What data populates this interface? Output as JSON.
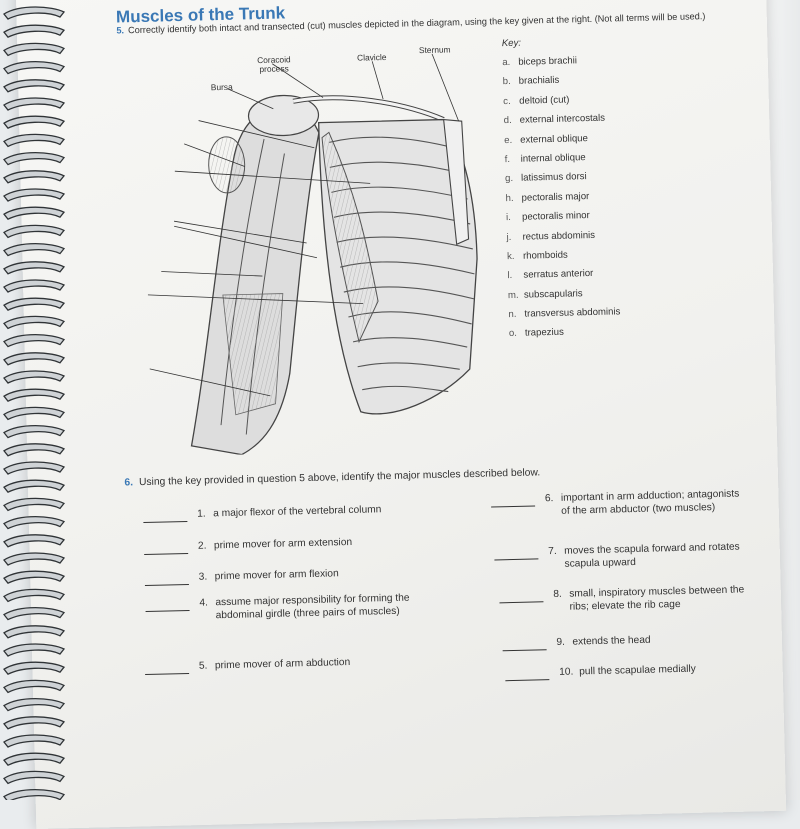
{
  "section_title": "Muscles of the Trunk",
  "question5": {
    "number": "5.",
    "text": "Correctly identify both intact and transected (cut) muscles depicted in the diagram, using the key given at the right. (Not all terms will be used.)"
  },
  "diagram_labels": {
    "coracoid": "Coracoid\nprocess",
    "clavicle": "Clavicle",
    "sternum": "Sternum",
    "bursa": "Bursa"
  },
  "key": {
    "title": "Key:",
    "items": [
      {
        "letter": "a.",
        "term": "biceps brachii"
      },
      {
        "letter": "b.",
        "term": "brachialis"
      },
      {
        "letter": "c.",
        "term": "deltoid (cut)"
      },
      {
        "letter": "d.",
        "term": "external intercostals"
      },
      {
        "letter": "e.",
        "term": "external oblique"
      },
      {
        "letter": "f.",
        "term": "internal oblique"
      },
      {
        "letter": "g.",
        "term": "latissimus dorsi"
      },
      {
        "letter": "h.",
        "term": "pectoralis major"
      },
      {
        "letter": "i.",
        "term": "pectoralis minor"
      },
      {
        "letter": "j.",
        "term": "rectus abdominis"
      },
      {
        "letter": "k.",
        "term": "rhomboids"
      },
      {
        "letter": "l.",
        "term": "serratus anterior"
      },
      {
        "letter": "m.",
        "term": "subscapularis"
      },
      {
        "letter": "n.",
        "term": "transversus abdominis"
      },
      {
        "letter": "o.",
        "term": "trapezius"
      }
    ]
  },
  "question6": {
    "number": "6.",
    "text": "Using the key provided in question 5 above, identify the major muscles described below.",
    "items_left": [
      {
        "num": "1.",
        "text": "a major flexor of the vertebral column"
      },
      {
        "num": "2.",
        "text": "prime mover for arm extension"
      },
      {
        "num": "3.",
        "text": "prime mover for arm flexion"
      },
      {
        "num": "4.",
        "text": "assume major responsibility for forming the abdominal girdle (three pairs of muscles)"
      },
      {
        "num": "5.",
        "text": "prime mover of arm abduction"
      }
    ],
    "items_right": [
      {
        "num": "6.",
        "text": "important in arm adduction; antagonists of the arm abductor (two muscles)"
      },
      {
        "num": "7.",
        "text": "moves the scapula forward and rotates scapula upward"
      },
      {
        "num": "8.",
        "text": "small, inspiratory muscles between the ribs; elevate the rib cage"
      },
      {
        "num": "9.",
        "text": "extends the head"
      },
      {
        "num": "10.",
        "text": "pull the scapulae medially"
      }
    ]
  }
}
